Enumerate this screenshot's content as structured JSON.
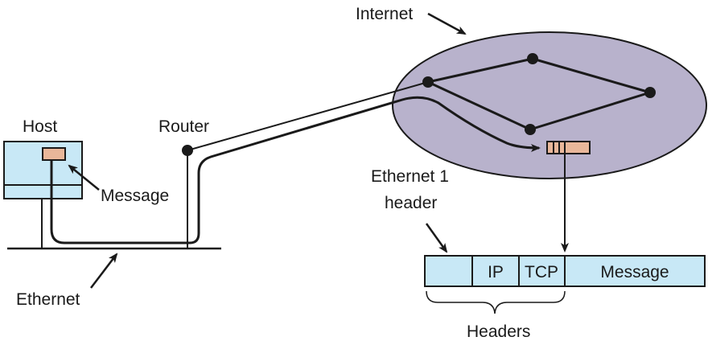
{
  "labels": {
    "internet": "Internet",
    "host": "Host",
    "router": "Router",
    "message": "Message",
    "ethernet": "Ethernet",
    "ethernet_header_line1": "Ethernet 1",
    "ethernet_header_line2": "header",
    "headers": "Headers"
  },
  "packet": {
    "fields": [
      "",
      "IP",
      "TCP",
      "Message"
    ]
  },
  "colors": {
    "host_fill": "#c8e8f6",
    "message_fill": "#e9b79a",
    "cloud_fill": "#b8b2cc",
    "packet_fill": "#c8e8f6",
    "stroke": "#1a1a1a"
  }
}
